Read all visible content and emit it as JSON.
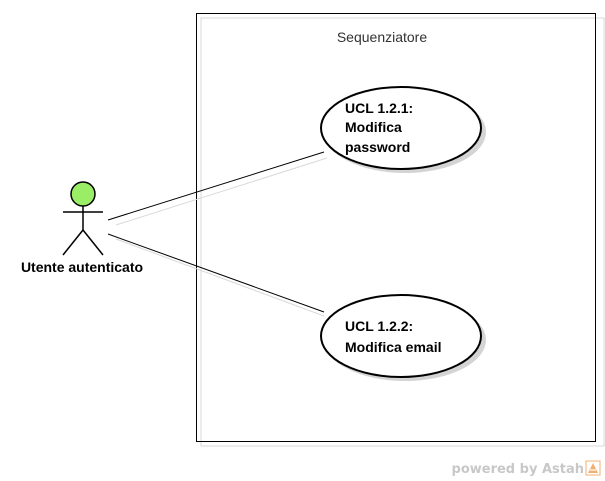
{
  "system": {
    "title": "Sequenziatore"
  },
  "actor": {
    "name": "Utente autenticato",
    "head_color": "#99ee66"
  },
  "use_cases": [
    {
      "lines": [
        "UCL 1.2.1:",
        "Modifica",
        "password"
      ]
    },
    {
      "lines": [
        "UCL 1.2.2:",
        "Modifica email"
      ]
    }
  ],
  "watermark": {
    "text": "powered by Astah",
    "icon": "astah-logo-icon",
    "accent": "#f0b070"
  }
}
